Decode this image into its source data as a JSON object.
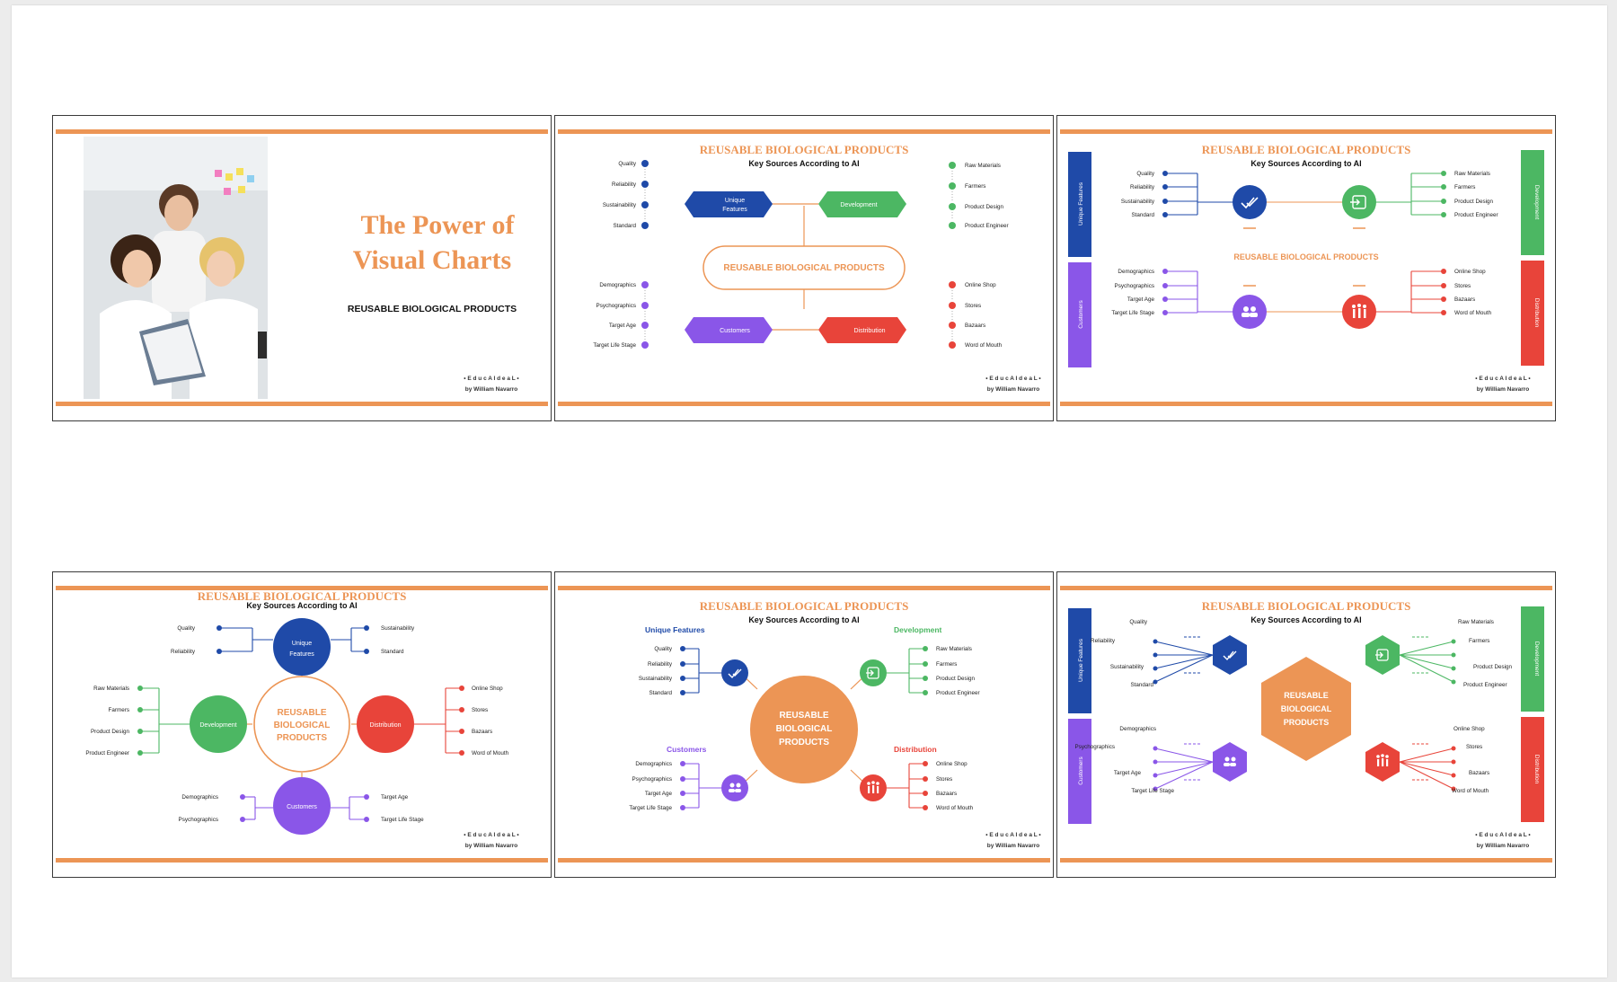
{
  "title": "REUSABLE BIOLOGICAL PRODUCTS",
  "subtitle": "Key Sources According to AI",
  "cover": {
    "title_line1": "The Power of",
    "title_line2": "Visual Charts",
    "subtitle": "REUSABLE BIOLOGICAL PRODUCTS"
  },
  "brand": "• E d u c A I d e a L •",
  "author": "by William Navarro",
  "center_label": "REUSABLE BIOLOGICAL PRODUCTS",
  "center_lines": [
    "REUSABLE",
    "BIOLOGICAL",
    "PRODUCTS"
  ],
  "categories": {
    "unique": {
      "label": "Unique Features",
      "line1": "Unique",
      "line2": "Features",
      "color": "#1f4aa8",
      "items": [
        "Quality",
        "Reliability",
        "Sustainability",
        "Standard"
      ]
    },
    "development": {
      "label": "Development",
      "color": "#4cb763",
      "items": [
        "Raw Materials",
        "Farmers",
        "Product Design",
        "Product Engineer"
      ]
    },
    "customers": {
      "label": "Customers",
      "color": "#8a56e8",
      "items": [
        "Demographics",
        "Psychographics",
        "Target Age",
        "Target Life Stage"
      ]
    },
    "distribution": {
      "label": "Distribution",
      "color": "#e8443a",
      "items": [
        "Online Shop",
        "Stores",
        "Bazaars",
        "Word of Mouth"
      ]
    }
  },
  "colors": {
    "accent": "#ec9555",
    "border": "#3a3a3a"
  },
  "icons": {
    "unique": "double-check-icon",
    "development": "enter-box-icon",
    "customers": "people-icon",
    "distribution": "crowd-icon"
  }
}
